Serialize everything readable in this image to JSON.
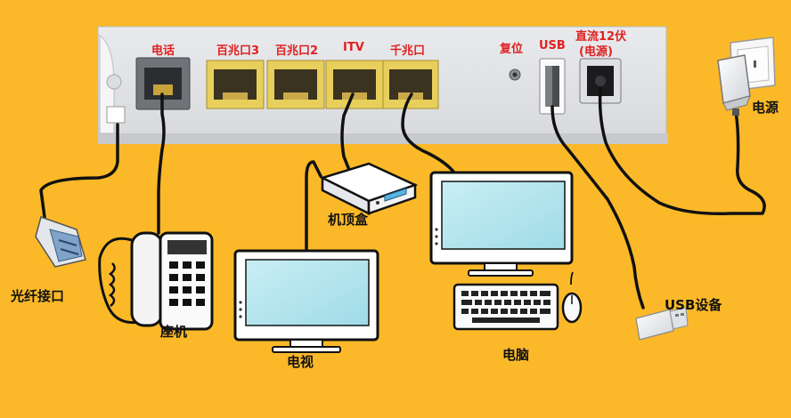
{
  "router": {
    "ports": {
      "phone": "电话",
      "lan3": "百兆口3",
      "lan2": "百兆口2",
      "itv": "ITV",
      "gigabit": "千兆口",
      "reset": "复位",
      "usb": "USB",
      "dc_line1": "直流12伏",
      "dc_line2": "(电源)"
    }
  },
  "devices": {
    "fiber": "光纤接口",
    "landline": "座机",
    "settop": "机顶盒",
    "tv": "电视",
    "pc": "电脑",
    "usb_device": "USB设备",
    "power": "电源"
  },
  "colors": {
    "background": "#fbb929",
    "port_label": "#e02020",
    "ethernet_port": "#e8cf5c",
    "cable": "#111111"
  }
}
